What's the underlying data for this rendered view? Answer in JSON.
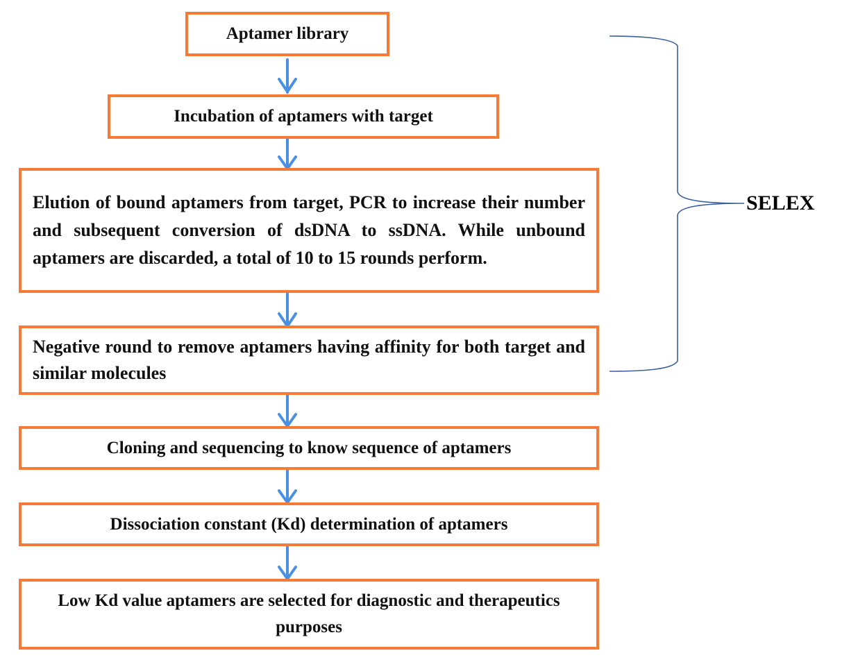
{
  "steps": [
    {
      "text": "Aptamer library"
    },
    {
      "text": "Incubation of aptamers with target"
    },
    {
      "text": "Elution of bound aptamers from target, PCR to increase their number and subsequent conversion of dsDNA to ssDNA. While unbound aptamers are discarded, a total of 10 to 15 rounds perform."
    },
    {
      "text": "Negative round to remove aptamers having affinity for both target and similar molecules"
    },
    {
      "text": "Cloning and sequencing to know sequence of aptamers"
    },
    {
      "text": "Dissociation constant (Kd) determination of aptamers"
    },
    {
      "text": "Low Kd value aptamers are selected for diagnostic and therapeutics purposes"
    }
  ],
  "bracket_label": "SELEX",
  "colors": {
    "box_border": "#f47a35",
    "arrow": "#4a90e2",
    "bracket": "#3a5f9a"
  }
}
